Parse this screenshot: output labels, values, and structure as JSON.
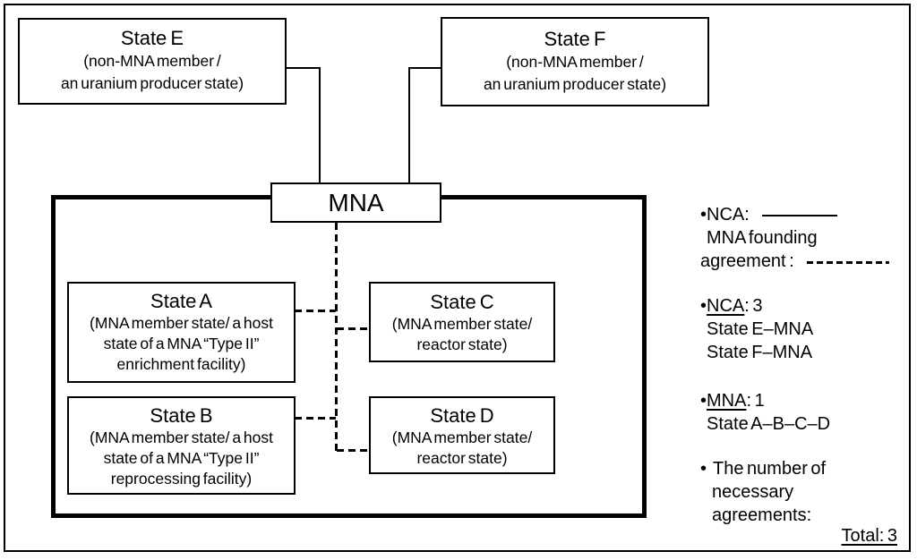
{
  "diagram": {
    "boxes": {
      "state_e": {
        "title": "State E",
        "line1": "(non-MNA member /",
        "line2": "an uranium producer state)"
      },
      "state_f": {
        "title": "State F",
        "line1": "(non-MNA member /",
        "line2": "an uranium producer state)"
      },
      "mna": {
        "title": "MNA"
      },
      "state_a": {
        "title": "State A",
        "line1": "(MNA member state/ a host",
        "line2": "state of a MNA “Type II”",
        "line3": "enrichment facility)"
      },
      "state_b": {
        "title": "State B",
        "line1": "(MNA member state/ a host",
        "line2": "state of a MNA “Type II”",
        "line3": "reprocessing facility)"
      },
      "state_c": {
        "title": "State C",
        "line1": "(MNA member state/",
        "line2": "reactor state)"
      },
      "state_d": {
        "title": "State D",
        "line1": "(MNA member state/",
        "line2": "reactor state)"
      }
    },
    "legend": {
      "key": {
        "nca_label": "•NCA:",
        "founding_line1": "MNA founding",
        "founding_line2": "agreement :"
      },
      "nca_count": {
        "bullet": "•",
        "term": "NCA",
        "rest": ": 3"
      },
      "nca_pairs": [
        "State E–MNA",
        "State F–MNA"
      ],
      "mna_count": {
        "bullet": "•",
        "term": "MNA",
        "rest": ": 1"
      },
      "mna_chain": "State A–B–C–D",
      "necessary": {
        "bullet": "•",
        "line1": "The number of",
        "line2": "necessary",
        "line3": "agreements:"
      },
      "total": "Total: 3"
    },
    "colors": {
      "line": "#000000",
      "background": "#ffffff"
    }
  }
}
